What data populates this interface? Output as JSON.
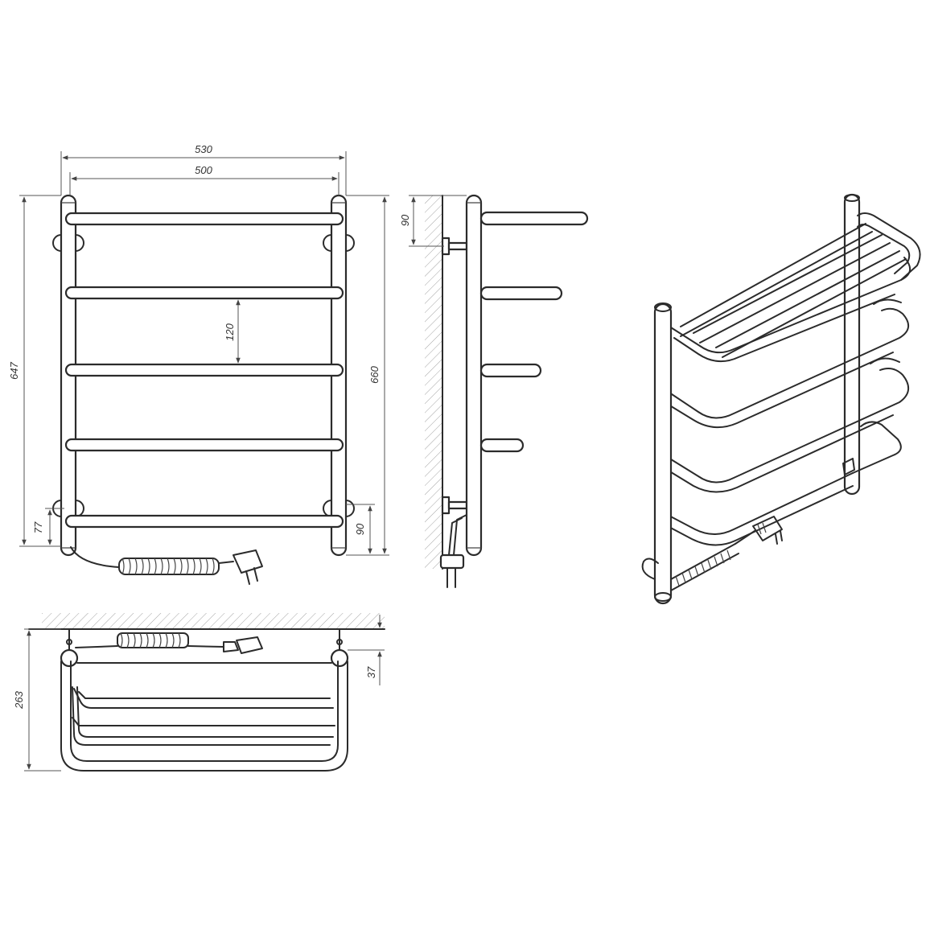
{
  "views": {
    "front": {
      "width_outer": "530",
      "width_inner": "500",
      "height_total": "647",
      "height_pipes": "660",
      "rung_spacing": "120",
      "bottom_offset": "77",
      "mount_offset_bottom": "90"
    },
    "side": {
      "mount_offset_top": "90"
    },
    "top": {
      "depth_total": "263",
      "depth_mount": "37"
    }
  },
  "style": {
    "line_color": "#2b2b2b",
    "background_color": "#ffffff",
    "hatch_color": "#9a9a9a"
  }
}
